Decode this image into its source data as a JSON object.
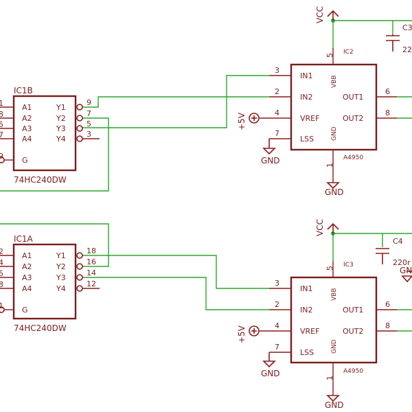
{
  "ic1b": {
    "ref": "IC1B",
    "part": "74HC240DW",
    "inputs": [
      "A1",
      "A2",
      "A3",
      "A4"
    ],
    "outputs": [
      "Y1",
      "Y2",
      "Y3",
      "Y4"
    ],
    "gate": "G",
    "in_pins": [
      "1",
      "8",
      "5",
      "7"
    ],
    "out_pins": [
      "9",
      "7",
      "5",
      "3"
    ],
    "gate_pin": "9"
  },
  "ic1a": {
    "ref": "IC1A",
    "part": "74HC240DW",
    "inputs": [
      "A1",
      "A2",
      "A3",
      "A4"
    ],
    "outputs": [
      "Y1",
      "Y2",
      "Y3",
      "Y4"
    ],
    "gate": "G",
    "in_pins": [
      "2",
      "4",
      "5",
      "8"
    ],
    "out_pins": [
      "18",
      "16",
      "14",
      "12"
    ],
    "gate_pin": "1"
  },
  "ic2": {
    "ref": "IC2",
    "part": "A4950",
    "left_pins": [
      {
        "num": "3",
        "name": "IN1"
      },
      {
        "num": "2",
        "name": "IN2"
      },
      {
        "num": "4",
        "name": "VREF"
      },
      {
        "num": "7",
        "name": "LSS"
      }
    ],
    "right_pins": [
      {
        "num": "6",
        "name": "OUT1"
      },
      {
        "num": "8",
        "name": "OUT2"
      }
    ],
    "top_pin": {
      "num": "5",
      "name": "VBB"
    },
    "bottom_pin": {
      "num": "1",
      "name": "GND"
    }
  },
  "ic3": {
    "ref": "IC3",
    "part": "A4950",
    "left_pins": [
      {
        "num": "3",
        "name": "IN1"
      },
      {
        "num": "2",
        "name": "IN2"
      },
      {
        "num": "4",
        "name": "VREF"
      },
      {
        "num": "7",
        "name": "LSS"
      }
    ],
    "right_pins": [
      {
        "num": "6",
        "name": "OUT1"
      },
      {
        "num": "8",
        "name": "OUT2"
      }
    ],
    "top_pin": {
      "num": "5",
      "name": "VBB"
    },
    "bottom_pin": {
      "num": "1",
      "name": "GND"
    }
  },
  "power": {
    "vcc": "VCC",
    "gnd": "GND",
    "plus5": "+5V"
  },
  "caps": {
    "c3_ref": "C3",
    "c3_val": "22",
    "c4_ref": "C4",
    "c4_val": "220r",
    "c4_gnd": "GN"
  },
  "colors": {
    "component": "#7a1c1c",
    "wire": "#2aa52a"
  }
}
